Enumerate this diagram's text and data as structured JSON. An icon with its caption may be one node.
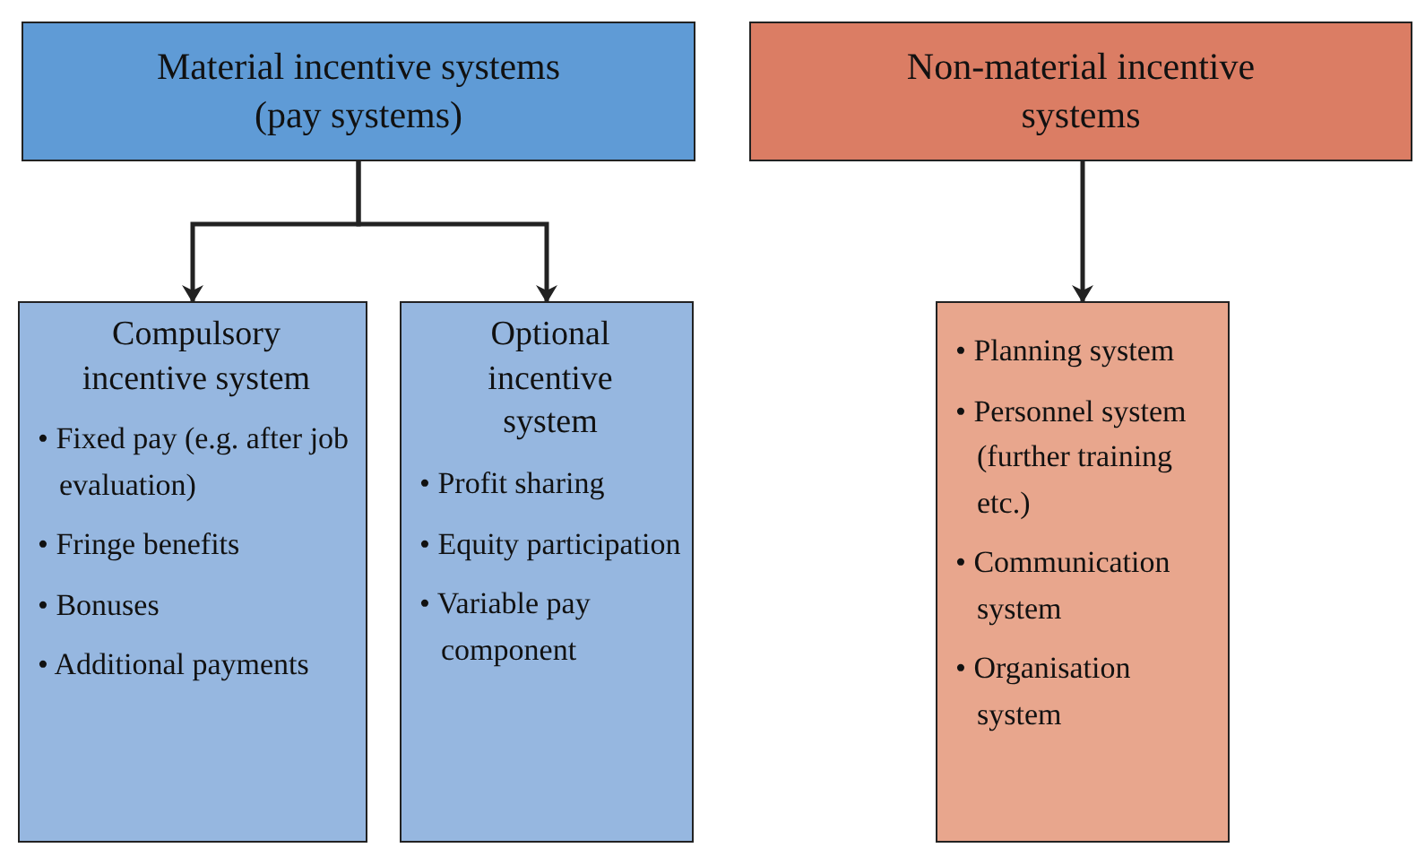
{
  "diagram": {
    "nodes": [
      {
        "text": [
          "Material incentive systems (pay systems)"
        ]
      },
      {
        "text": [
          "Non-material incentive systems"
        ]
      },
      {
        "text": [
          "Compulsory incentive system",
          "• Fixed pay (e.g. after job evaluation)",
          "• Fringe benefits",
          "• Bonuses",
          "• Additional payments"
        ]
      },
      {
        "text": [
          "Optional incentive system",
          "• Profit sharing",
          "• Equity participation",
          "• Variable pay component"
        ]
      },
      {
        "text": [
          "• Planning system",
          "• Personnel system (further training etc.)",
          "• Communication system",
          "• Organisation system"
        ]
      }
    ],
    "edges": [
      {
        "from": 0,
        "to": 2,
        "arrow": "to"
      },
      {
        "from": 0,
        "to": 3,
        "arrow": "to"
      },
      {
        "from": 1,
        "to": 4,
        "arrow": "to"
      }
    ]
  }
}
